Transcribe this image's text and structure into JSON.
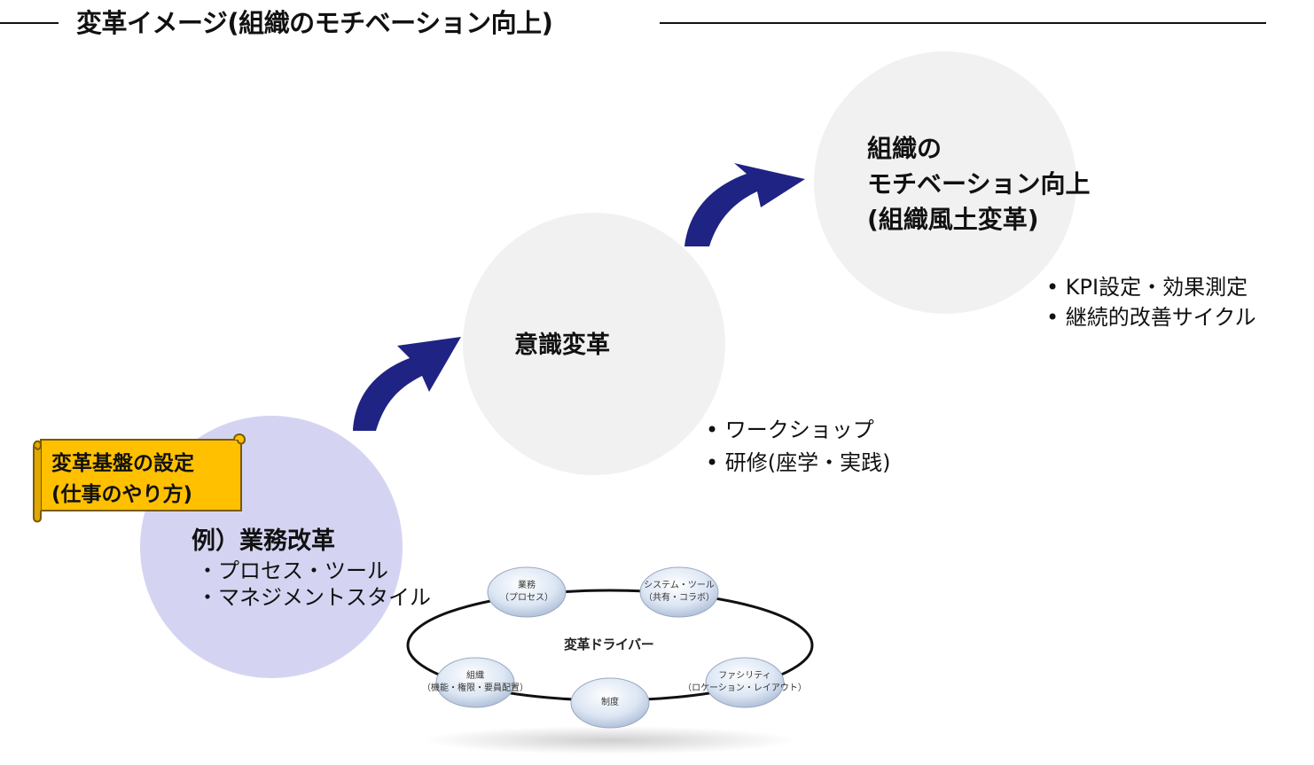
{
  "title": "変革イメージ(組織のモチベーション向上)",
  "stage1": {
    "banner_line1": "変革基盤の設定",
    "banner_line2": "(仕事のやり方)",
    "heading": "例）業務改革",
    "items": [
      "・プロセス・ツール",
      "・マネジメントスタイル"
    ]
  },
  "stage2": {
    "heading": "意識変革",
    "notes": [
      "• ワークショップ",
      "• 研修(座学・実践)"
    ]
  },
  "stage3": {
    "heading_lines": [
      "組織の",
      "モチベーション向上",
      "(組織風土変革)"
    ],
    "notes": [
      "• KPI設定・効果測定",
      "• 継続的改善サイクル"
    ]
  },
  "drivers": {
    "title": "変革ドライバー",
    "nodes": [
      {
        "line1": "業務",
        "line2": "（プロセス）"
      },
      {
        "line1": "システム・ツール",
        "line2": "（共有・コラボ）"
      },
      {
        "line1": "組織",
        "line2": "（機能・権限・要員配置）"
      },
      {
        "line1": "制度",
        "line2": ""
      },
      {
        "line1": "ファシリティ",
        "line2": "（ロケーション・レイアウト）"
      }
    ]
  },
  "colors": {
    "stage1_circle": "#d4d4f2",
    "stage_circle": "#f1f1f1",
    "arrow": "#1f2383",
    "banner": "#ffc000",
    "node_fill": "#dce6f4"
  }
}
